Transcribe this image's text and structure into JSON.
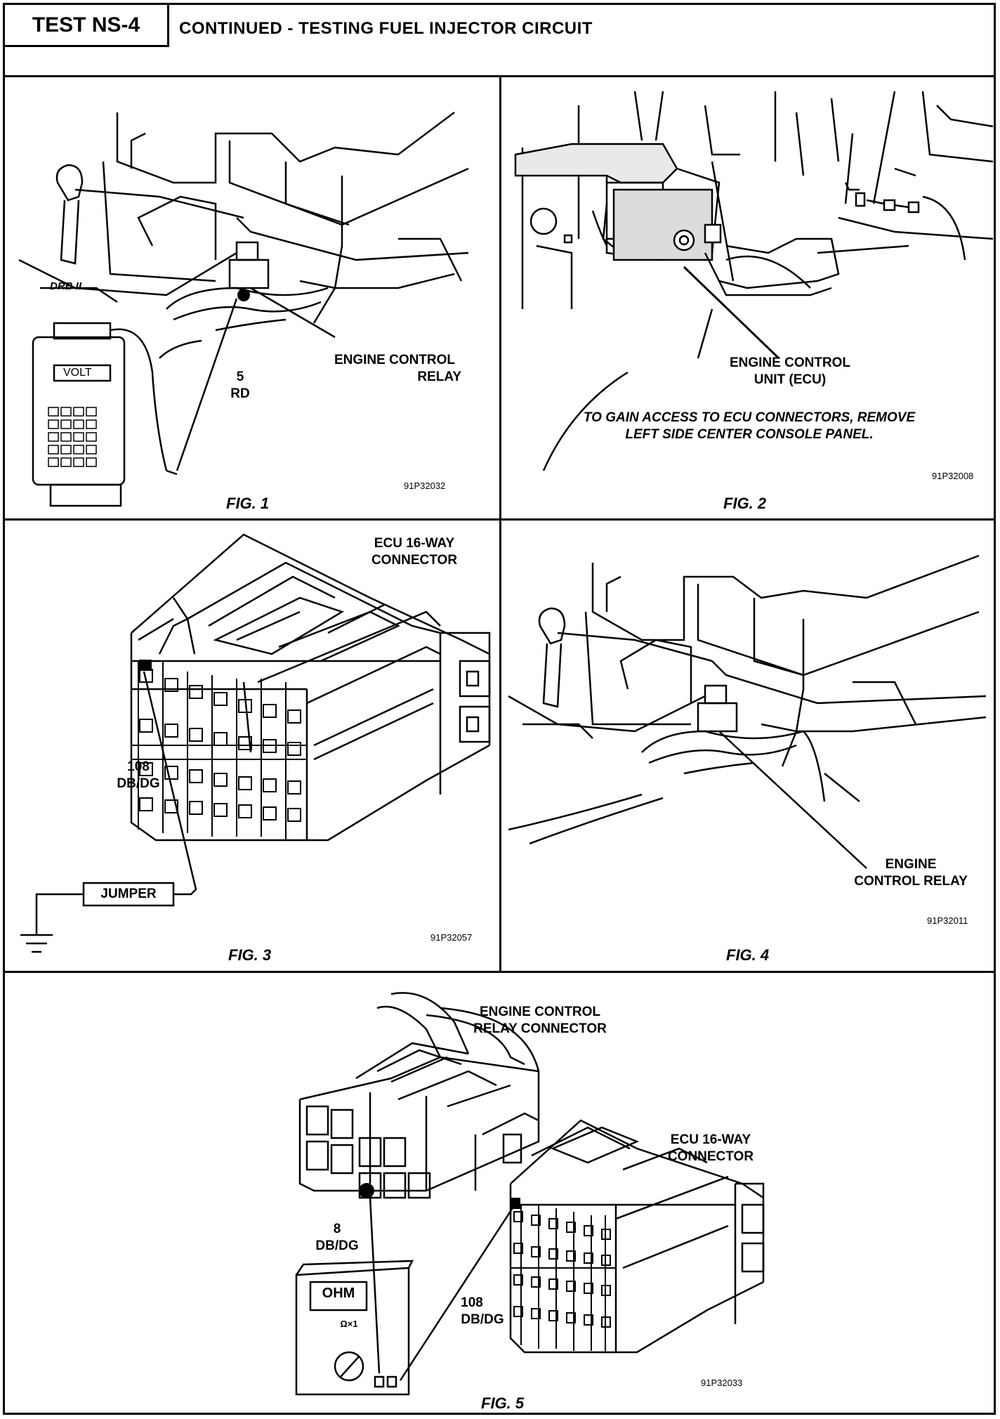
{
  "header": {
    "test_id": "TEST NS-4",
    "title": "CONTINUED - TESTING FUEL INJECTOR CIRCUIT"
  },
  "fig1": {
    "caption": "FIG. 1",
    "code": "91P32032",
    "relay_label_line1": "ENGINE CONTROL",
    "relay_label_line2": "RELAY",
    "wire_number": "5",
    "wire_color": "RD",
    "tool_brand": "DRB II",
    "tool_display": "VOLT"
  },
  "fig2": {
    "caption": "FIG. 2",
    "code": "91P32008",
    "ecu_label_line1": "ENGINE CONTROL",
    "ecu_label_line2": "UNIT (ECU)",
    "note_line1": "TO GAIN ACCESS TO ECU CONNECTORS, REMOVE",
    "note_line2": "LEFT SIDE CENTER CONSOLE PANEL."
  },
  "fig3": {
    "caption": "FIG. 3",
    "code": "91P32057",
    "connector_label_line1": "ECU 16-WAY",
    "connector_label_line2": "CONNECTOR",
    "wire_number": "108",
    "wire_color": "DB/DG",
    "jumper_label": "JUMPER"
  },
  "fig4": {
    "caption": "FIG. 4",
    "code": "91P32011",
    "relay_label_line1": "ENGINE",
    "relay_label_line2": "CONTROL RELAY"
  },
  "fig5": {
    "caption": "FIG. 5",
    "code": "91P32033",
    "relay_conn_line1": "ENGINE CONTROL",
    "relay_conn_line2": "RELAY CONNECTOR",
    "ecu_conn_line1": "ECU 16-WAY",
    "ecu_conn_line2": "CONNECTOR",
    "wire8_number": "8",
    "wire8_color": "DB/DG",
    "wire108_number": "108",
    "wire108_color": "DB/DG",
    "meter_display": "OHM",
    "meter_range": "Ω×1"
  }
}
